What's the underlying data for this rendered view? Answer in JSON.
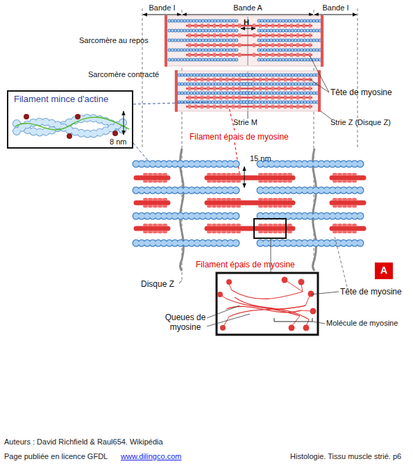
{
  "diagram": {
    "nodes": [
      {
        "text": [
          "Filament mince d'actine",
          "8 nm"
        ]
      },
      {
        "text": [
          "A"
        ]
      }
    ],
    "labels": [
      "Bande I",
      "Bande A",
      "Bande I",
      "H",
      "Sarcomère au repos",
      "Sarcomère contracté",
      "Tête de myosine",
      "Strie M",
      "Strie Z (Disque Z)",
      "Filament épais de myosine",
      "15 nm",
      "Filament épais de myosine",
      "Disque Z",
      "Tête de myosine",
      "Queues de myosine",
      "Molécule de myosine",
      "Auteurs : David Richfield & Raul654. Wikipédia",
      "Page publiée en licence GFDL",
      "www.dilingco.com",
      "Histologie. Tissu muscle strié. p6"
    ]
  }
}
